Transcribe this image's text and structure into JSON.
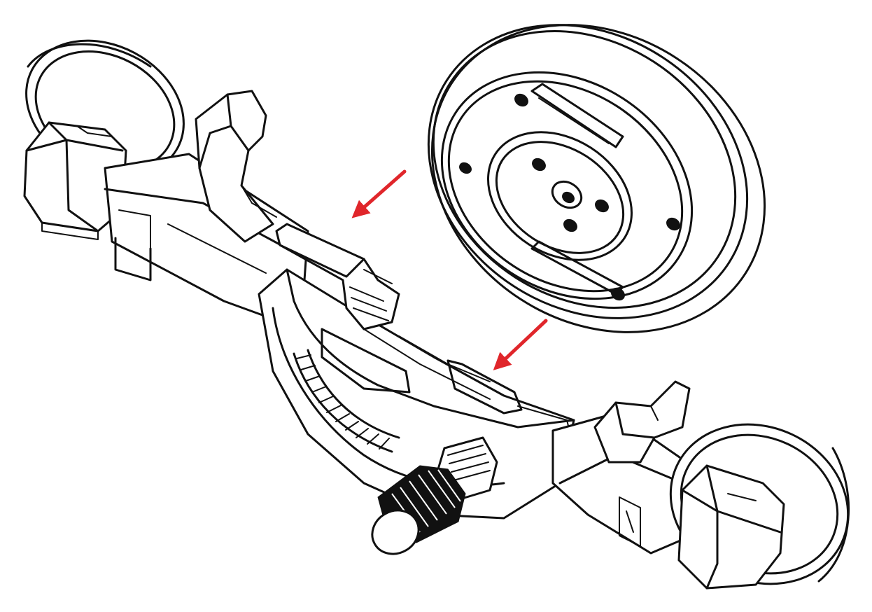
{
  "colors": {
    "line": "#111111",
    "background": "#ffffff",
    "arrow": "#e0262b"
  },
  "figure": {
    "subject": "suction-cup-mount-with-adapter-plate",
    "arrows": [
      {
        "id": "arrow-upper",
        "direction": "down-left"
      },
      {
        "id": "arrow-lower",
        "direction": "down-left"
      }
    ]
  }
}
